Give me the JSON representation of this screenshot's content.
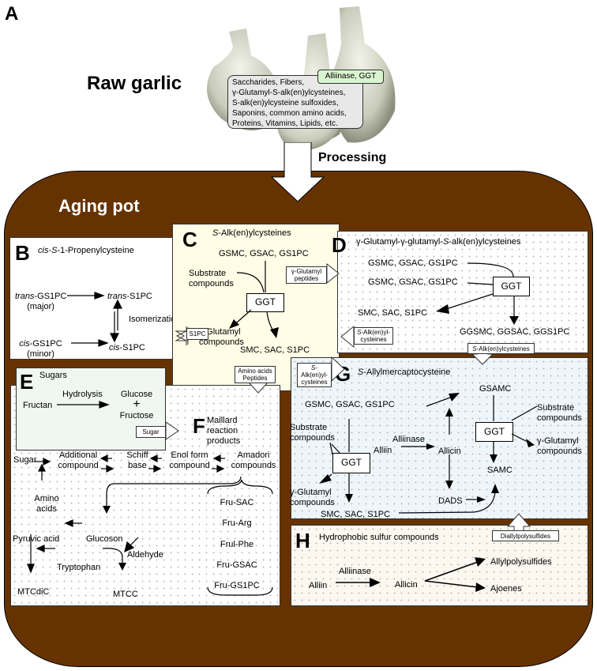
{
  "figure_label": "A",
  "raw_garlic": {
    "title": "Raw garlic",
    "contents": [
      "Saccharides, Fibers,",
      "γ-Glutamyl-S-alk(en)ylcysteines,",
      "S-alk(en)ylcysteine sulfoxides,",
      "Saponins, common amino acids,",
      "Proteins, Vitamins, Lipids, etc."
    ],
    "enzymes": "Alliinase, GGT"
  },
  "processing_label": "Processing",
  "aging_pot_label": "Aging pot",
  "colors": {
    "pot": "#663300",
    "panel_c": "#fffde6",
    "panel_e": "#f0f7f0",
    "panel_g": "#eef6fb",
    "panel_h": "#fcf8f0",
    "enzyme_tag": "#d9f5d0"
  },
  "panel_b": {
    "label": "B",
    "title": "cis-S-1-Propenylcysteine",
    "trans_gs1pc": "trans-GS1PC",
    "major": "(major)",
    "trans_s1pc": "trans-S1PC",
    "isomerization": "Isomerization",
    "cis_gs1pc": "cis-GS1PC",
    "minor": "(minor)",
    "cis_s1pc": "cis-S1PC"
  },
  "panel_c": {
    "label": "C",
    "title": "S-Alk(en)ylcysteines",
    "substrates": "GSMC, GSAC, GS1PC",
    "substrate_compounds": [
      "Substrate",
      "compounds"
    ],
    "enzyme": "GGT",
    "glutamyl": [
      "γ-Glutamyl",
      "compounds"
    ],
    "products": "SMC, SAC, S1PC",
    "tag_s1pc": "S1PC",
    "tag_glutamyl_peptides": [
      "γ-Glutamyl",
      "peptides"
    ],
    "tag_amino": [
      "Amino acids",
      "Peptides"
    ]
  },
  "panel_d": {
    "label": "D",
    "title": "γ-Glutamyl-γ-glutamyl-S-alk(en)ylcysteines",
    "substrates_1": "GSMC, GSAC, GS1PC",
    "substrates_2": "GSMC, GSAC, GS1PC",
    "enzyme": "GGT",
    "products_left": "SMC, SAC, S1PC",
    "products_down": "GGSMC, GGSAC, GGS1PC",
    "tag_alk_left": [
      "S-Alk(en)yl-",
      "cysteines"
    ],
    "tag_alk_down": "S-Alk(en)ylcysteines"
  },
  "panel_e": {
    "label": "E",
    "title": "Sugars",
    "fructan": "Fructan",
    "hydrolysis": "Hydrolysis",
    "glucose": "Glucose",
    "plus": "+",
    "fructose": "Fructose",
    "tag_sugar": "Sugar"
  },
  "panel_f": {
    "label": "F",
    "title": [
      "Maillard",
      "reaction",
      "products"
    ],
    "sugar": "Sugar",
    "additional": [
      "Additional",
      "compound"
    ],
    "schiff": [
      "Schiff",
      "base"
    ],
    "enol": [
      "Enol form",
      "compound"
    ],
    "amadori": [
      "Amadori",
      "compounds"
    ],
    "amino_acids": [
      "Amino",
      "acids"
    ],
    "pyruvic": "Pyruvic acid",
    "glucoson": "Glucoson",
    "aldehyde": "Aldehyde",
    "tryptophan": "Tryptophan",
    "mtcdic": "MTCdiC",
    "mtcc": "MTCC",
    "amadori_list": [
      "Fru-SAC",
      "Fru-Arg",
      "Frul-Phe",
      "Fru-GSAC",
      "Fru-GS1PC"
    ]
  },
  "panel_g": {
    "label": "G",
    "title": "S-Allylmercaptocysteine",
    "substrates": "GSMC, GSAC, GS1PC",
    "substrate_compounds": [
      "Substrate",
      "compounds"
    ],
    "enzyme_left": "GGT",
    "glutamyl_left": [
      "γ-Glutamyl",
      "compounds"
    ],
    "products": "SMC, SAC, S1PC",
    "alliin": "Alliin",
    "alliinase": "Alliinase",
    "allicin": "Allicin",
    "dads": "DADS",
    "gsamc": "GSAMC",
    "samc": "SAMC",
    "enzyme_right": "GGT",
    "substrate_compounds_right": [
      "Substrate",
      "compounds"
    ],
    "glutamyl_right": [
      "γ-Glutamyl",
      "compounds"
    ],
    "tag_alk": [
      "S-Alk(en)yl-",
      "cysteines"
    ]
  },
  "panel_h": {
    "label": "H",
    "title": "Hydrophobic sulfur compounds",
    "alliin": "Alliin",
    "alliinase": "Alliinase",
    "allicin": "Allicin",
    "allylpolysulfides": "Allylpolysulfides",
    "ajoenes": "Ajoenes",
    "tag_diallyl": "Diallylpolysulfides"
  }
}
